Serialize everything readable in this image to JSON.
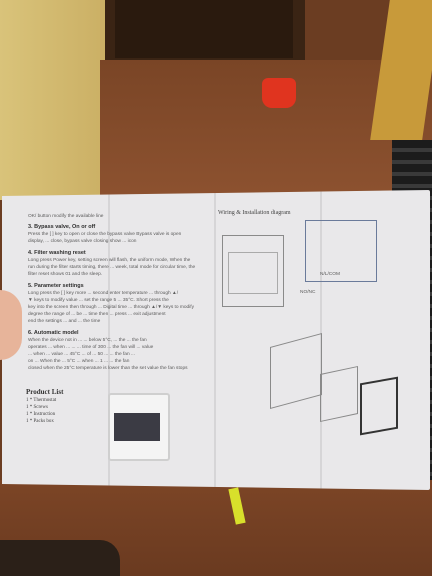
{
  "manual": {
    "intro_line": "OK/ button modify the available line",
    "bypass_heading": "3. Bypass valve, On or off",
    "bypass_text_1": "Press the [ ] key to open or close the bypass valve Bypass valve is open",
    "bypass_text_2": "display, ... close, bypass valve closing show ... icon",
    "filter_heading": "4. Filter washing reset",
    "filter_text_1": "Long press Power key, setting screen will flash, the uniform mode, When the",
    "filter_text_2": "run during the filter starts timing, there ... week, total mode for circular time, the",
    "filter_text_3": "filter reset shows 01 and the sleep.",
    "parameter_heading": "5. Parameter settings",
    "parameter_text_1": "Long press the [ ] key more ... second enter temperature ... through ▲/",
    "parameter_text_2": "▼ keys to modify value ... set the range 5 ... 35°C. Short press the",
    "parameter_text_3": "key into the screen then through ... Digital time ... through ▲/▼ keys to modify",
    "parameter_text_4": "degree the range of ... be ... time then ... press ... exit adjustment",
    "parameter_text_5": "end the settings ... and ... the time",
    "antifreeze_heading": "6. Automatic model",
    "antifreeze_text_1": "When the device not in ... ... below 5°C, ... the ... the fan",
    "antifreeze_text_2": "operates ... when ... ... ... time of 300 ... the fan will ... value",
    "antifreeze_text_3": "... when ... value ... 45°C ... of ... 50 ... ... the fan ...",
    "antifreeze_text_4": "on ... When the ... 5°C ... when ... 1 ... ... the fan",
    "antifreeze_text_5": "closed when the 25°C temperature is lower than the set value the fan stops"
  },
  "wiring": {
    "title": "Wiring & Installation diagram",
    "label_1": "NO/NC",
    "label_2": "N/L/COM"
  },
  "product": {
    "heading": "Product List",
    "items": [
      "1 * Thermostat",
      "1 * Screws",
      "1 * Instruction",
      "1 * Packs box"
    ]
  }
}
